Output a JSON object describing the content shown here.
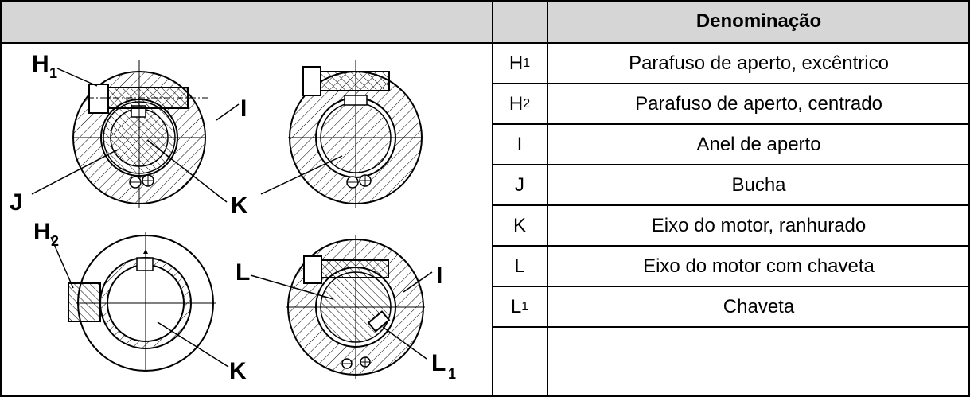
{
  "header": {
    "title": "Denominação"
  },
  "rows": [
    {
      "code": "H",
      "sub": "1",
      "description": "Parafuso de aperto, excêntrico"
    },
    {
      "code": "H",
      "sub": "2",
      "description": "Parafuso de aperto, centrado"
    },
    {
      "code": "I",
      "sub": "",
      "description": "Anel de aperto"
    },
    {
      "code": "J",
      "sub": "",
      "description": "Bucha"
    },
    {
      "code": "K",
      "sub": "",
      "description": "Eixo do motor, ranhurado"
    },
    {
      "code": "L",
      "sub": "",
      "description": "Eixo do motor com chaveta"
    },
    {
      "code": "L",
      "sub": "1",
      "description": "Chaveta"
    },
    {
      "code": "",
      "sub": "",
      "description": ""
    }
  ],
  "drawing_labels": {
    "h1": "H",
    "h1_sub": "1",
    "i_top": "I",
    "j": "J",
    "k_top": "K",
    "h2": "H",
    "h2_sub": "2",
    "l": "L",
    "i_bottom": "I",
    "k_bottom": "K",
    "l1": "L",
    "l1_sub": "1"
  }
}
